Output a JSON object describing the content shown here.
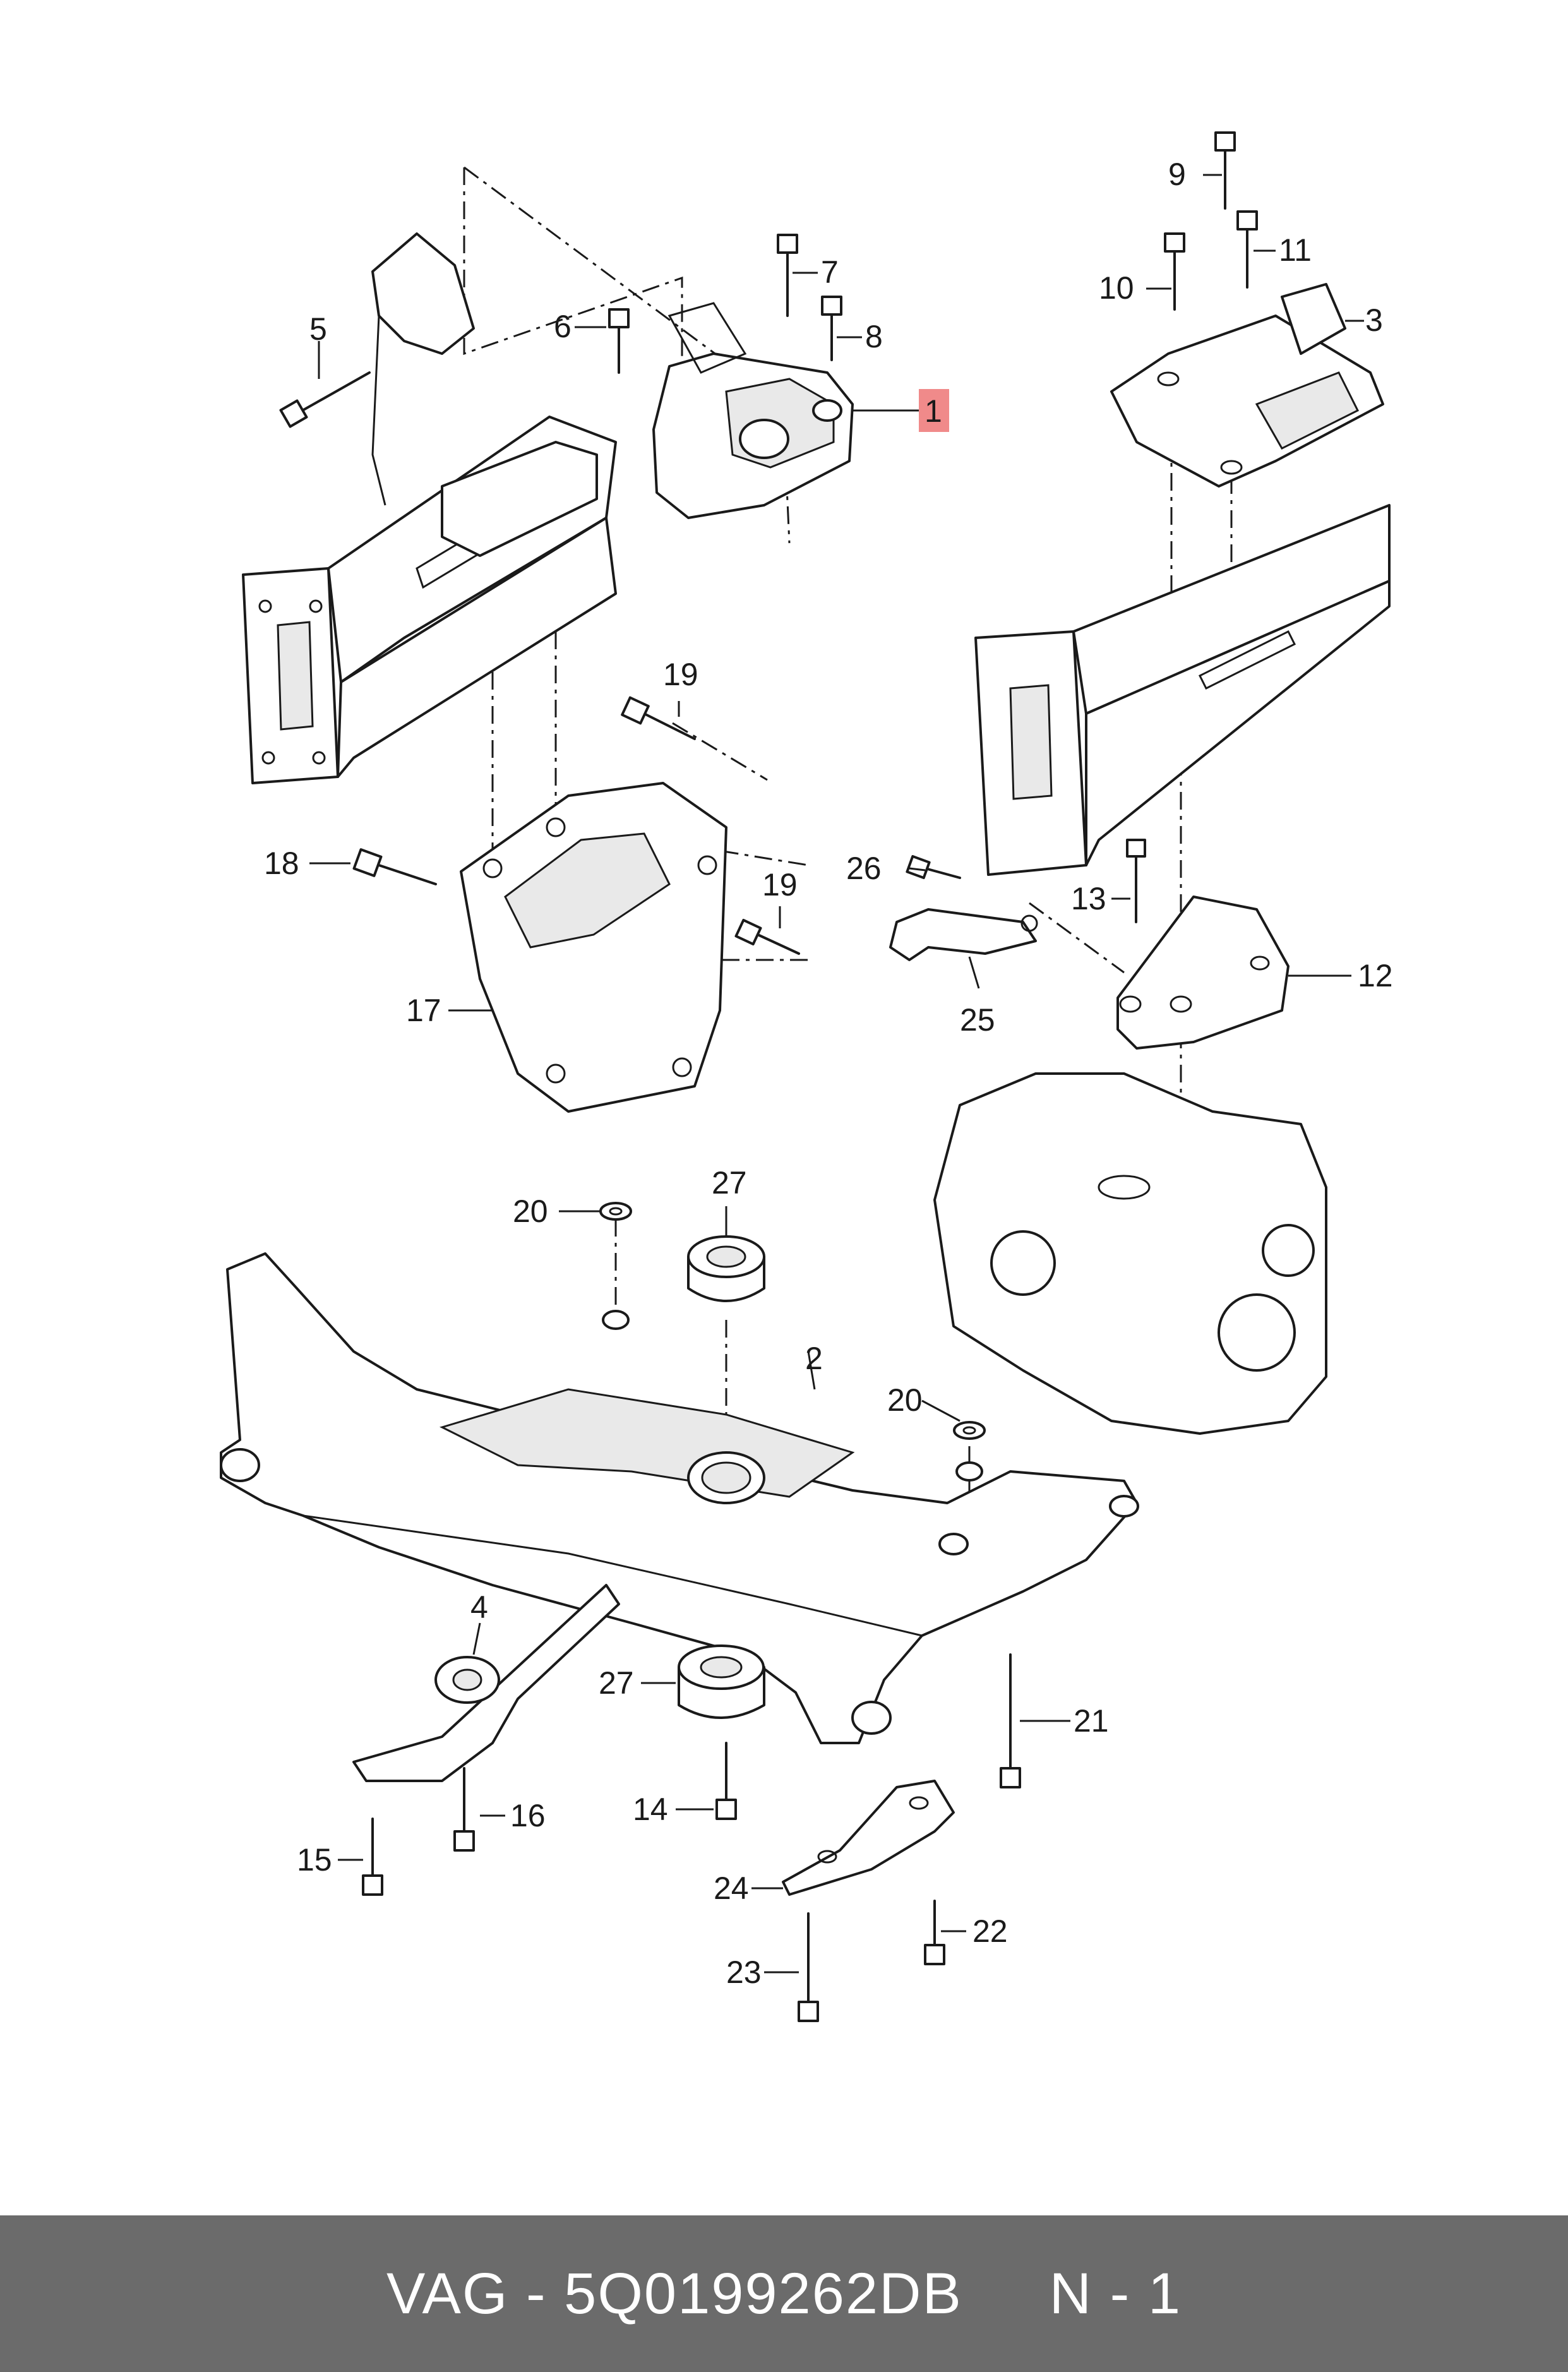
{
  "labels": {
    "p1": "1",
    "p2": "2",
    "p3": "3",
    "p4": "4",
    "p5": "5",
    "p6": "6",
    "p7": "7",
    "p8": "8",
    "p9": "9",
    "p10": "10",
    "p11": "11",
    "p12": "12",
    "p13": "13",
    "p14": "14",
    "p15": "15",
    "p16": "16",
    "p17": "17",
    "p18": "18",
    "p19a": "19",
    "p19b": "19",
    "p20a": "20",
    "p20b": "20",
    "p21": "21",
    "p22": "22",
    "p23": "23",
    "p24": "24",
    "p25": "25",
    "p26": "26",
    "p27a": "27",
    "p27b": "27"
  },
  "highlight_color": "#f08a8a",
  "footer": {
    "text": "VAG - 5Q0199262DB     N - 1"
  }
}
